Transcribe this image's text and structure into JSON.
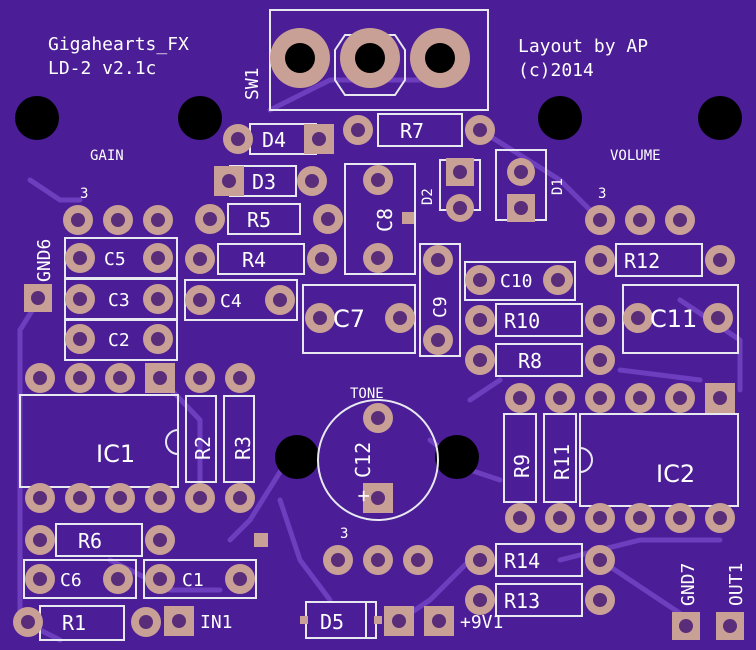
{
  "board": {
    "background_color": "#4b1d96",
    "trace_color": "#6d3fbf",
    "pad_color": "#c9a095",
    "silk_color": "#e8e8f0",
    "title_line1": "Gigahearts_FX",
    "title_line2": "LD-2  v2.1c",
    "credit_line1": "Layout by AP",
    "credit_line2": "(c)2014"
  },
  "labels": {
    "sw1": "SW1",
    "gain": "GAIN",
    "volume": "VOLUME",
    "tone": "TONE",
    "pot3_gain": "3",
    "pot3_volume": "3",
    "pot3_bottom": "3",
    "gnd6": "GND6",
    "gnd7": "GND7",
    "out1": "OUT1",
    "in1": "IN1",
    "v9": "+9V1",
    "plus_c12": "+"
  },
  "components": {
    "d4": "D4",
    "d3": "D3",
    "d2": "D2",
    "d1": "D1",
    "d5": "D5",
    "r1": "R1",
    "r2": "R2",
    "r3": "R3",
    "r4": "R4",
    "r5": "R5",
    "r6": "R6",
    "r7": "R7",
    "r8": "R8",
    "r9": "R9",
    "r10": "R10",
    "r11": "R11",
    "r12": "R12",
    "r13": "R13",
    "r14": "R14",
    "c1": "C1",
    "c2": "C2",
    "c3": "C3",
    "c4": "C4",
    "c5": "C5",
    "c6": "C6",
    "c7": "C7",
    "c8": "C8",
    "c9": "C9",
    "c10": "C10",
    "c11": "C11",
    "c12": "C12",
    "ic1": "IC1",
    "ic2": "IC2"
  }
}
